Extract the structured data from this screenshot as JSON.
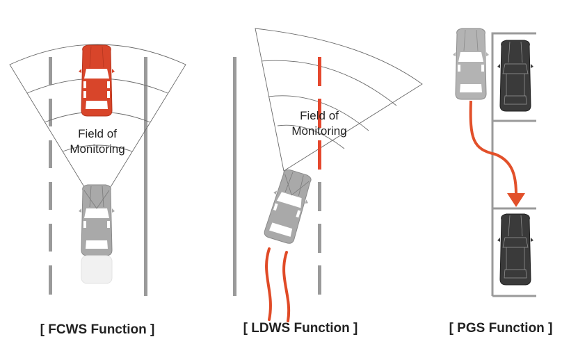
{
  "panels": [
    {
      "id": "fcws",
      "caption": "[ FCWS Function ]",
      "monitoring_label_line1": "Field of",
      "monitoring_label_line2": "Monitoring",
      "lead_car_color": "#d8452a",
      "ego_car_color": "#a9a9a9"
    },
    {
      "id": "ldws",
      "caption": "[ LDWS Function ]",
      "monitoring_label_line1": "Field of",
      "monitoring_label_line2": "Monitoring",
      "warning_lane_color": "#e5482e",
      "ego_car_color": "#a9a9a9",
      "tire_track_color": "#e04a26"
    },
    {
      "id": "pgs",
      "caption": "[ PGS Function ]",
      "moving_car_color": "#b3b3b3",
      "parked_car_color": "#3a3a3a",
      "path_color": "#e2502a"
    }
  ],
  "colors": {
    "lane_marking": "#9a9a9a",
    "fov_line": "#6a6a6a"
  }
}
